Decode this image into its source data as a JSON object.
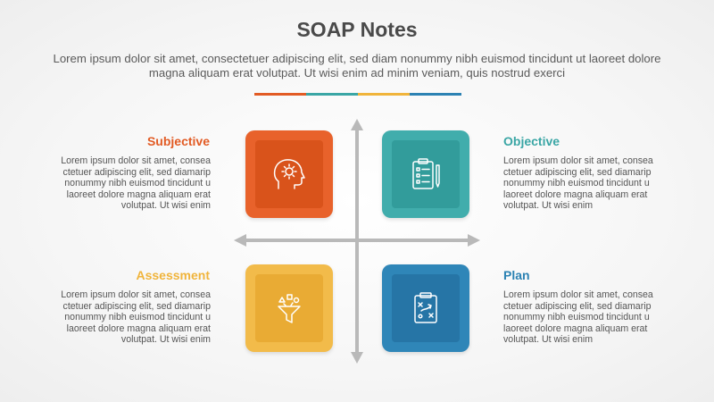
{
  "title": "SOAP Notes",
  "subtitle": "Lorem ipsum dolor sit amet, consectetuer adipiscing elit, sed diam nonummy nibh euismod tincidunt ut laoreet dolore magna aliquam erat volutpat. Ut wisi enim ad minim veniam, quis nostrud exerci",
  "colors": {
    "subjective": "#e25b24",
    "objective": "#3aa6a5",
    "assessment": "#f0b43b",
    "plan": "#2c82b3",
    "axis": "#b9b9b9"
  },
  "quadrants": [
    {
      "key": "subjective",
      "label": "Subjective",
      "icon": "head-gear-icon",
      "text": "Lorem ipsum dolor sit amet, consea ctetuer adipiscing elit, sed diamarip nonummy nibh euismod tincidunt u laoreet dolore magna aliquam erat volutpat. Ut wisi enim"
    },
    {
      "key": "objective",
      "label": "Objective",
      "icon": "clipboard-checklist-icon",
      "text": "Lorem ipsum dolor sit amet, consea ctetuer adipiscing elit, sed diamarip nonummy nibh euismod tincidunt u laoreet dolore magna aliquam erat volutpat. Ut wisi enim"
    },
    {
      "key": "assessment",
      "label": "Assessment",
      "icon": "funnel-icon",
      "text": "Lorem ipsum dolor sit amet, consea ctetuer adipiscing elit, sed diamarip nonummy nibh euismod tincidunt u laoreet dolore magna aliquam erat volutpat. Ut wisi enim"
    },
    {
      "key": "plan",
      "label": "Plan",
      "icon": "clipboard-strategy-icon",
      "text": "Lorem ipsum dolor sit amet, consea ctetuer adipiscing elit, sed diamarip nonummy nibh euismod tincidunt u laoreet dolore magna aliquam erat volutpat. Ut wisi enim"
    }
  ]
}
